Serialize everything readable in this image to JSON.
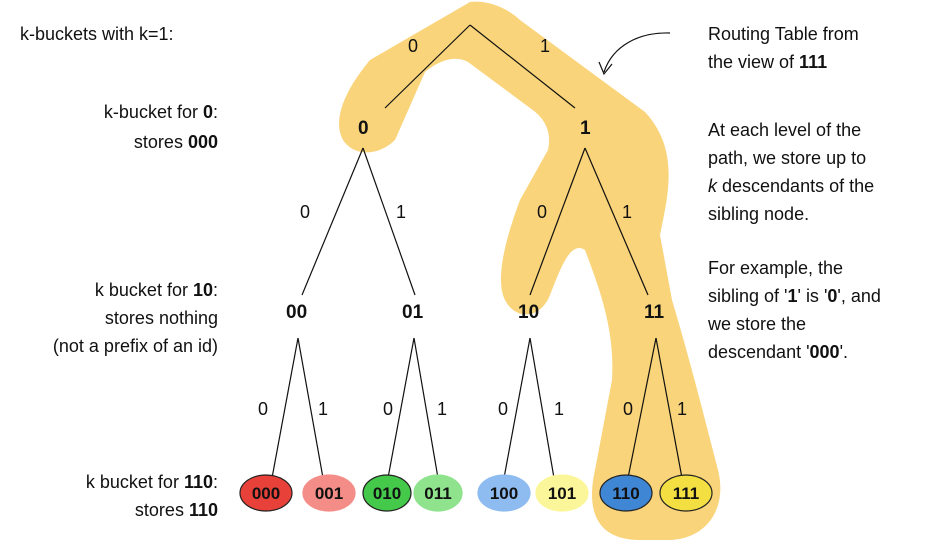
{
  "colors": {
    "highlight": "#f9d47a",
    "leaf_000": "#e8413a",
    "leaf_001": "#f48d88",
    "leaf_010": "#44c94a",
    "leaf_011": "#8fe38d",
    "leaf_100": "#8ebcf0",
    "leaf_101": "#fbf69a",
    "leaf_110": "#3f86d4",
    "leaf_111": "#f4df43"
  },
  "left_labels": {
    "header": "k-buckets with k=1:",
    "bucket0": {
      "line1_pre": "k-bucket for ",
      "line1_bold": "0",
      "line1_post": ":",
      "line2_pre": "stores ",
      "line2_bold": "000"
    },
    "bucket10": {
      "line1_pre": "k bucket for ",
      "line1_bold": "10",
      "line1_post": ":",
      "line2": "stores nothing",
      "line3": "(not a prefix of an id)"
    },
    "bucket110": {
      "line1_pre": "k bucket for ",
      "line1_bold": "110",
      "line1_post": ":",
      "line2_pre": "stores ",
      "line2_bold": "110"
    }
  },
  "right_notes": {
    "title_line1": "Routing Table from",
    "title_line2_pre": "the view of ",
    "title_line2_bold": "111",
    "para1_line1": "At each level of the",
    "para1_line2": "path, we store up to",
    "para1_line3_italic": "k",
    "para1_line3_rest": " descendants of the",
    "para1_line4": "sibling node.",
    "para2_line1": "For example, the",
    "para2_line2_pre": "sibling of '",
    "para2_line2_b1": "1",
    "para2_line2_mid": "' is '",
    "para2_line2_b2": "0",
    "para2_line2_post": "', and",
    "para2_line3": "we store the",
    "para2_line4_pre": "descendant '",
    "para2_line4_bold": "000",
    "para2_line4_post": "'."
  },
  "tree": {
    "root_edges": [
      "0",
      "1"
    ],
    "level1": [
      "0",
      "1"
    ],
    "level1_edges": [
      "0",
      "1",
      "0",
      "1"
    ],
    "level2": [
      "00",
      "01",
      "10",
      "11"
    ],
    "level2_edges": [
      "0",
      "1",
      "0",
      "1",
      "0",
      "1",
      "0",
      "1"
    ],
    "leaves": [
      "000",
      "001",
      "010",
      "011",
      "100",
      "101",
      "110",
      "111"
    ]
  }
}
